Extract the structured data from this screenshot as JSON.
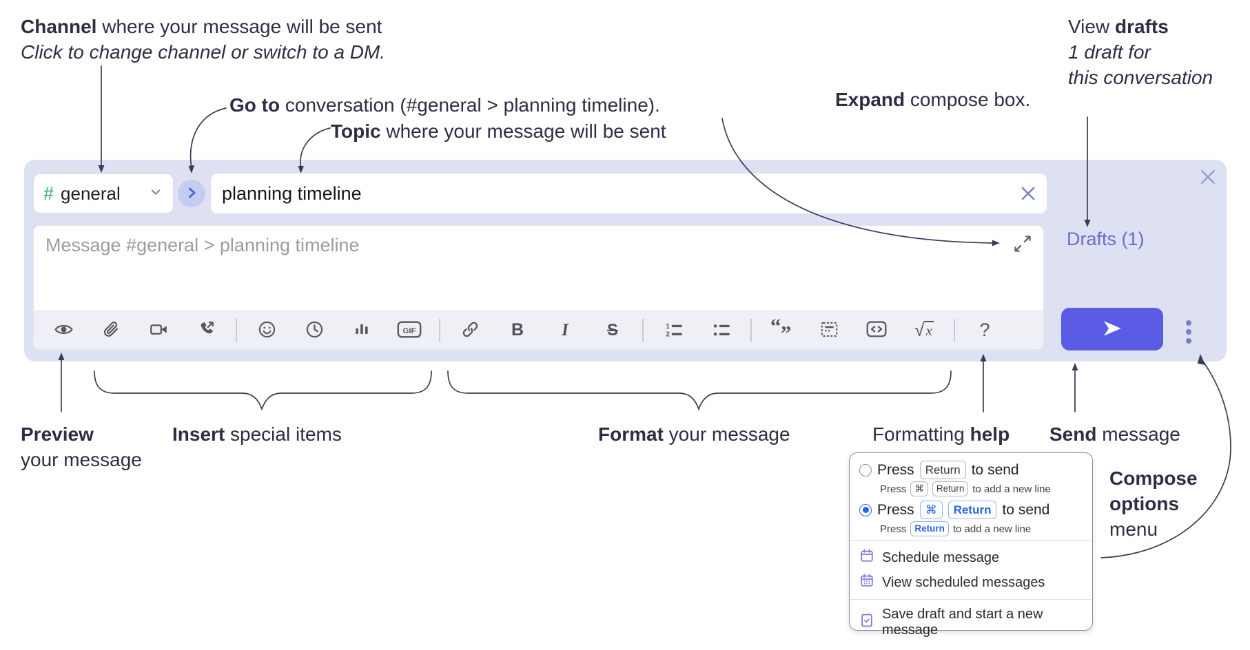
{
  "annotations": {
    "channel_line1_bold": "Channel",
    "channel_line1_rest": " where your message will be sent",
    "channel_line2": "Click to change channel or switch to a DM.",
    "goto_bold": "Go to",
    "goto_rest": " conversation (#general > planning timeline).",
    "topic_bold": "Topic",
    "topic_rest": " where your message will be sent",
    "expand_bold": "Expand",
    "expand_rest": " compose box.",
    "drafts_line1_pre": "View ",
    "drafts_line1_bold": "drafts",
    "drafts_line2": "1 draft for",
    "drafts_line3": "this conversation",
    "preview_bold": "Preview",
    "preview_line2": "your message",
    "insert_bold": "Insert",
    "insert_rest": " special items",
    "format_bold": "Format",
    "format_rest": " your message",
    "help_pre": "Formatting ",
    "help_bold": "help",
    "send_bold": "Send",
    "send_rest": " message",
    "compose_opts_line1": "Compose",
    "compose_opts_line2": "options",
    "compose_opts_line3": "menu"
  },
  "compose": {
    "channel_hash": "#",
    "channel_name": "general",
    "topic_value": "planning timeline",
    "message_placeholder": "Message #general > planning timeline",
    "drafts_label": "Drafts (1)"
  },
  "icons": {
    "gif": "GIF",
    "bold": "B",
    "italic": "I",
    "strike": "S",
    "quote_open": "“",
    "quote_close": "”",
    "sqrt": "√",
    "math_x": "x",
    "help": "?"
  },
  "menu": {
    "press": "Press",
    "to_send": "to send",
    "to_new_line": "to add a new line",
    "key_return": "Return",
    "key_cmd": "⌘",
    "items": {
      "schedule": "Schedule message",
      "view_scheduled": "View scheduled messages",
      "save_draft": "Save draft and start a new message"
    }
  },
  "colors": {
    "panel_bg": "#dde1f1",
    "send_button": "#5a5ce6",
    "accent_blue": "#2566e8",
    "hash_green": "#67bd86",
    "next_chevron": "#3f63e6",
    "drafts_link": "#6b6cc8",
    "menu_icon_purple": "#7b79dd",
    "toolbar_icon": "#56575f",
    "annotation_text": "#2d2d44"
  }
}
